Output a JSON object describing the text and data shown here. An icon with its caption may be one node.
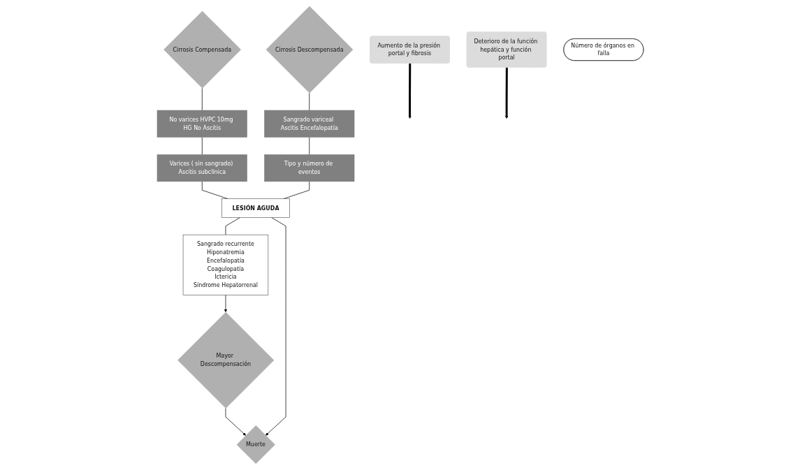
{
  "diagram": {
    "nodes": [
      {
        "text": [
          "Aumento de la presión portal y fibrosis"
        ]
      },
      {
        "text": [
          "Deterioro de la función hepática y función portal"
        ]
      },
      {
        "text": [
          "Cirrosis Compensada"
        ]
      },
      {
        "text": [
          "Cirrosis Descompensada"
        ]
      },
      {
        "text": [
          "Mayor Descompensación"
        ]
      },
      {
        "text": [
          "Muerte"
        ]
      },
      {
        "text": [
          "No varices HVPC 10mg HG No Ascitis"
        ]
      },
      {
        "text": [
          "Varices ( sin sangrado) Ascitis subclínica"
        ]
      },
      {
        "text": [
          "Sangrado variceal Ascitis Encefalopatía"
        ]
      },
      {
        "text": [
          "Tipo y número de eventos"
        ]
      },
      {
        "text": [
          "Sangrado recurrente",
          "Hiponatremia",
          "Encefalopatía",
          "Coagulopatía",
          "Ictericia",
          "Síndrome Hepatorrenal"
        ]
      },
      {
        "text": [
          "Número de órganos en falla"
        ]
      },
      {
        "text": [
          "LESIÓN AGUDA"
        ]
      }
    ],
    "edges": [
      {
        "from": 0,
        "to": null,
        "arrow": "to",
        "style": "thick"
      },
      {
        "from": 1,
        "to": null,
        "arrow": "to",
        "style": "thick"
      },
      {
        "from": 2,
        "to": 6,
        "arrow": "none"
      },
      {
        "from": 6,
        "to": 7,
        "arrow": "none"
      },
      {
        "from": 3,
        "to": 8,
        "arrow": "none"
      },
      {
        "from": 8,
        "to": 9,
        "arrow": "none"
      },
      {
        "from": 7,
        "to": 12,
        "arrow": "none"
      },
      {
        "from": 9,
        "to": 12,
        "arrow": "none"
      },
      {
        "from": 12,
        "to": 10,
        "arrow": "none"
      },
      {
        "from": 10,
        "to": 4,
        "arrow": "to"
      },
      {
        "from": 4,
        "to": 5,
        "arrow": "to"
      },
      {
        "from": 12,
        "to": 5,
        "arrow": "to"
      }
    ]
  }
}
